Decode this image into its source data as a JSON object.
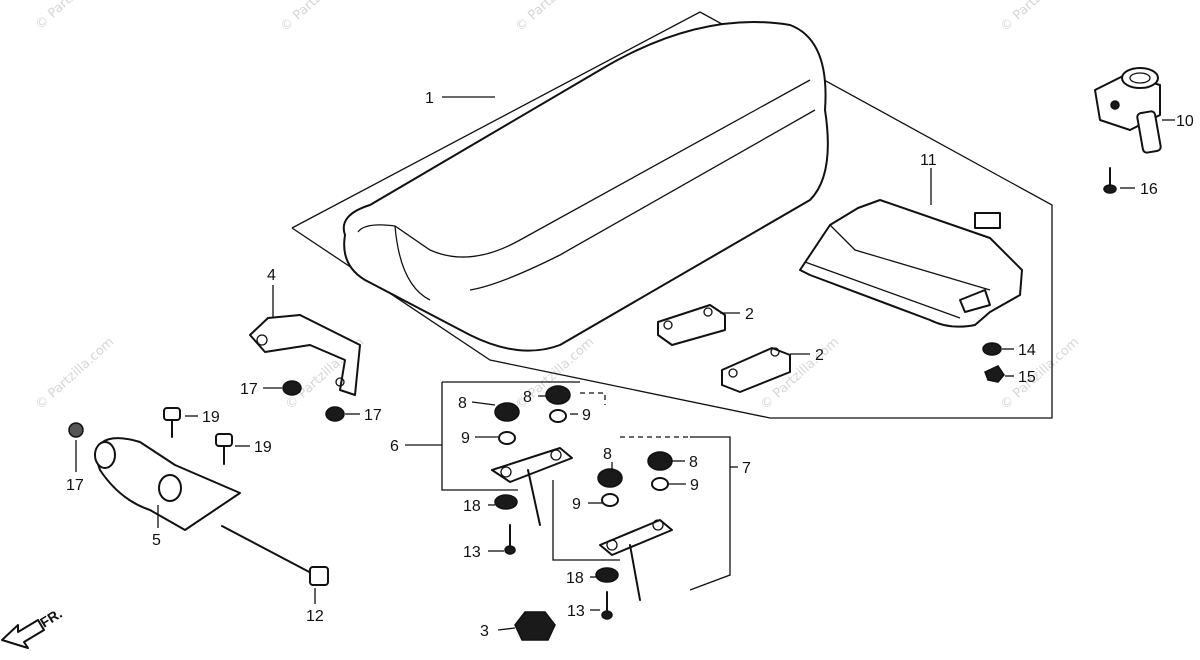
{
  "watermark": "© Partzilla.com",
  "front_indicator": "FR.",
  "callouts": {
    "c1": "1",
    "c2a": "2",
    "c2b": "2",
    "c3": "3",
    "c4": "4",
    "c5": "5",
    "c6": "6",
    "c7": "7",
    "c8a": "8",
    "c8b": "8",
    "c8c": "8",
    "c8d": "8",
    "c9a": "9",
    "c9b": "9",
    "c9c": "9",
    "c9d": "9",
    "c10": "10",
    "c11": "11",
    "c12": "12",
    "c13a": "13",
    "c13b": "13",
    "c14": "14",
    "c15": "15",
    "c16": "16",
    "c17a": "17",
    "c17b": "17",
    "c17c": "17",
    "c18a": "18",
    "c18b": "18",
    "c19a": "19",
    "c19b": "19"
  },
  "colors": {
    "line": "#111111",
    "watermark": "#d6d6d6",
    "background": "#ffffff"
  }
}
